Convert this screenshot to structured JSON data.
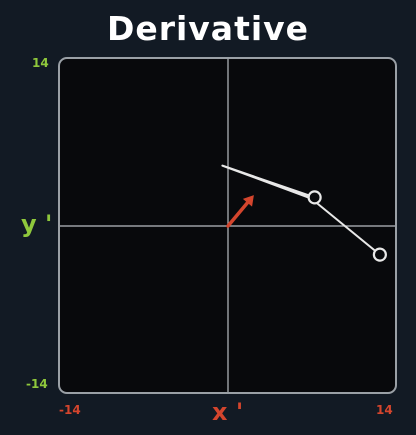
{
  "title": "Derivative",
  "axes": {
    "y_label": "y '",
    "x_label": "x '",
    "y_max_label": "14",
    "y_min_label": "-14",
    "x_min_label": "-14",
    "x_max_label": "14"
  },
  "colors": {
    "background": "#121a24",
    "plot_background": "#08090c",
    "curve": "#e8e8e8",
    "vector_arrow": "#d4452d",
    "y_accent": "#8fc83c",
    "x_accent": "#d4452d"
  },
  "chart_data": {
    "type": "line",
    "xlim": [
      -14,
      14
    ],
    "ylim": [
      -14,
      14
    ],
    "grid": false,
    "curve": {
      "x": [
        13.5,
        7.4,
        -1.0,
        7.7
      ],
      "y": [
        -2.5,
        2.4,
        5.0,
        2.5
      ]
    },
    "endpoints": [
      {
        "x": 7.7,
        "y": 2.5
      },
      {
        "x": 13.5,
        "y": -2.5
      }
    ],
    "vector": {
      "from": [
        0,
        0
      ],
      "to": [
        2.3,
        2.7
      ]
    }
  }
}
